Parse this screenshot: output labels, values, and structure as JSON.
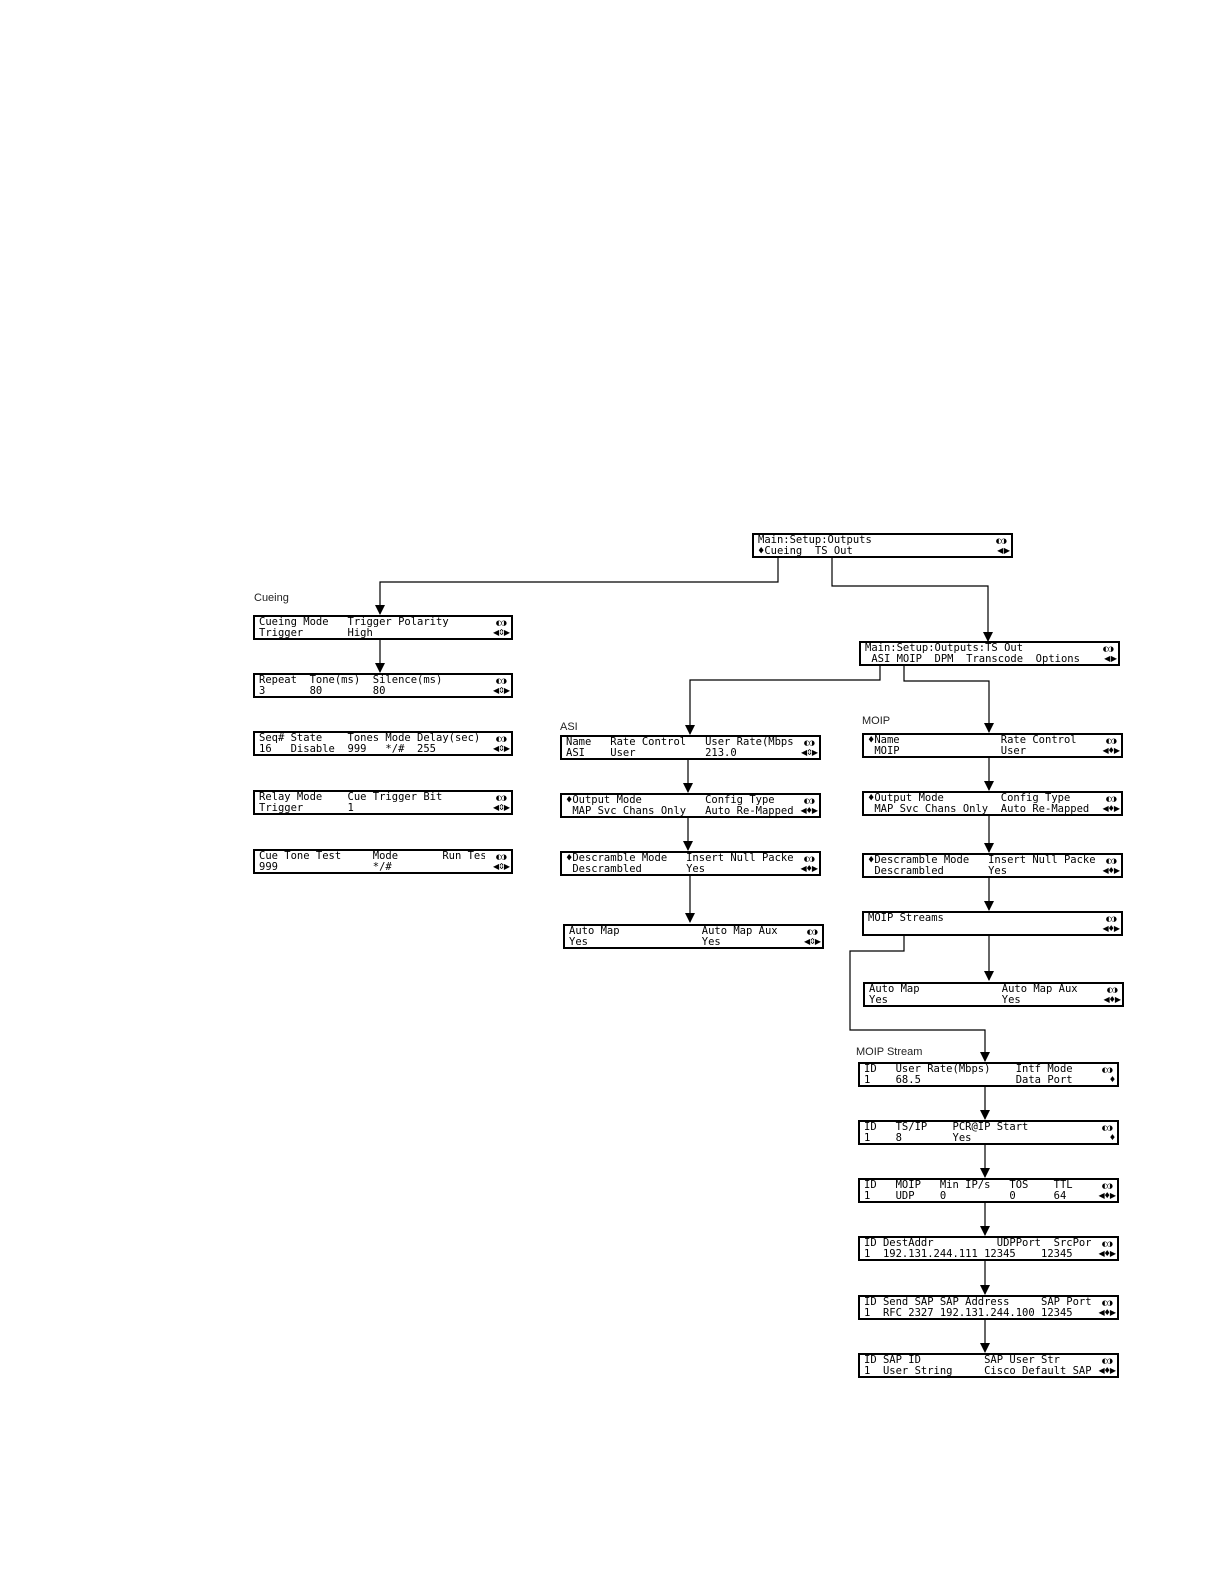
{
  "root": {
    "line1": "Main:Setup:Outputs",
    "line2": "♦Cueing  TS Out",
    "ind_top": "◐◑",
    "ind_bottom": "◀ ▶"
  },
  "tsout": {
    "line1": "Main:Setup:Outputs:TS Out",
    "line2": " ASI MOIP  DPM  Transcode  Options",
    "ind_top": "◐◑",
    "ind_bottom": "◀ ▶"
  },
  "sections": {
    "cueing": "Cueing",
    "asi": "ASI",
    "moip": "MOIP",
    "moip_stream": "MOIP Stream"
  },
  "cueing_screens": [
    {
      "line1": "Cueing Mode   Trigger Polarity",
      "line2": "Trigger       High",
      "ind_top": "◐◑",
      "ind_bottom": "◀⇕▶"
    },
    {
      "line1": "Repeat  Tone(ms)  Silence(ms)",
      "line2": "3       80        80",
      "ind_top": "◐◑",
      "ind_bottom": "◀⇕▶"
    },
    {
      "line1": "Seq# State    Tones Mode Delay(sec)",
      "line2": "16   Disable  999   */#  255",
      "ind_top": "◐◑",
      "ind_bottom": "◀⇕▶"
    },
    {
      "line1": "Relay Mode    Cue Trigger Bit",
      "line2": "Trigger       1",
      "ind_top": "◐◑",
      "ind_bottom": "◀⇕▶"
    },
    {
      "line1": "Cue Tone Test     Mode       Run Test",
      "line2": "999               */#",
      "ind_top": "◐◑",
      "ind_bottom": "◀⇕▶"
    }
  ],
  "asi_screens": [
    {
      "line1": "Name   Rate Control   User Rate(Mbps)",
      "line2": "ASI    User           213.0",
      "ind_top": "◐◑",
      "ind_bottom": "◀⇕▶"
    },
    {
      "line1": "♦Output Mode          Config Type",
      "line2": " MAP Svc Chans Only   Auto Re-Mapped",
      "ind_top": "◐◑",
      "ind_bottom": "◀♦▶"
    },
    {
      "line1": "♦Descramble Mode   Insert Null Packet",
      "line2": " Descrambled       Yes",
      "ind_top": "◐◑",
      "ind_bottom": "◀♦▶"
    },
    {
      "line1": "Auto Map             Auto Map Aux",
      "line2": "Yes                  Yes",
      "ind_top": "◐◑",
      "ind_bottom": "◀⇕▶"
    }
  ],
  "moip_screens": [
    {
      "line1": "♦Name                Rate Control",
      "line2": " MOIP                User",
      "ind_top": "◐◑",
      "ind_bottom": "◀♦▶"
    },
    {
      "line1": "♦Output Mode         Config Type",
      "line2": " MAP Svc Chans Only  Auto Re-Mapped",
      "ind_top": "◐◑",
      "ind_bottom": "◀♦▶"
    },
    {
      "line1": "♦Descramble Mode   Insert Null Packet",
      "line2": " Descrambled       Yes",
      "ind_top": "◐◑",
      "ind_bottom": "◀♦▶"
    },
    {
      "line1": "MOIP Streams",
      "line2": "",
      "ind_top": "◐◑",
      "ind_bottom": "◀♦▶"
    },
    {
      "line1": "Auto Map             Auto Map Aux",
      "line2": "Yes                  Yes",
      "ind_top": "◐◑",
      "ind_bottom": "◀♦▶"
    }
  ],
  "moip_stream_screens": [
    {
      "line1": "ID   User Rate(Mbps)    Intf Mode",
      "line2": "1    68.5               Data Port",
      "ind_top": "◐◑",
      "ind_bottom": "♦"
    },
    {
      "line1": "ID   TS/IP    PCR@IP Start",
      "line2": "1    8        Yes",
      "ind_top": "◐◑",
      "ind_bottom": "♦"
    },
    {
      "line1": "ID   MOIP   Min IP/s   TOS    TTL",
      "line2": "1    UDP    0          0      64",
      "ind_top": "◐◑",
      "ind_bottom": "◀♦▶"
    },
    {
      "line1": "ID DestAddr          UDPPort  SrcPort",
      "line2": "1  192.131.244.111 12345    12345",
      "ind_top": "◐◑",
      "ind_bottom": "◀♦▶"
    },
    {
      "line1": "ID Send SAP SAP Address     SAP Port",
      "line2": "1  RFC 2327 192.131.244.100 12345",
      "ind_top": "◐◑",
      "ind_bottom": "◀♦▶"
    },
    {
      "line1": "ID SAP ID          SAP User Str",
      "line2": "1  User String     Cisco Default SAP",
      "ind_top": "◐◑",
      "ind_bottom": "◀♦▶"
    }
  ]
}
